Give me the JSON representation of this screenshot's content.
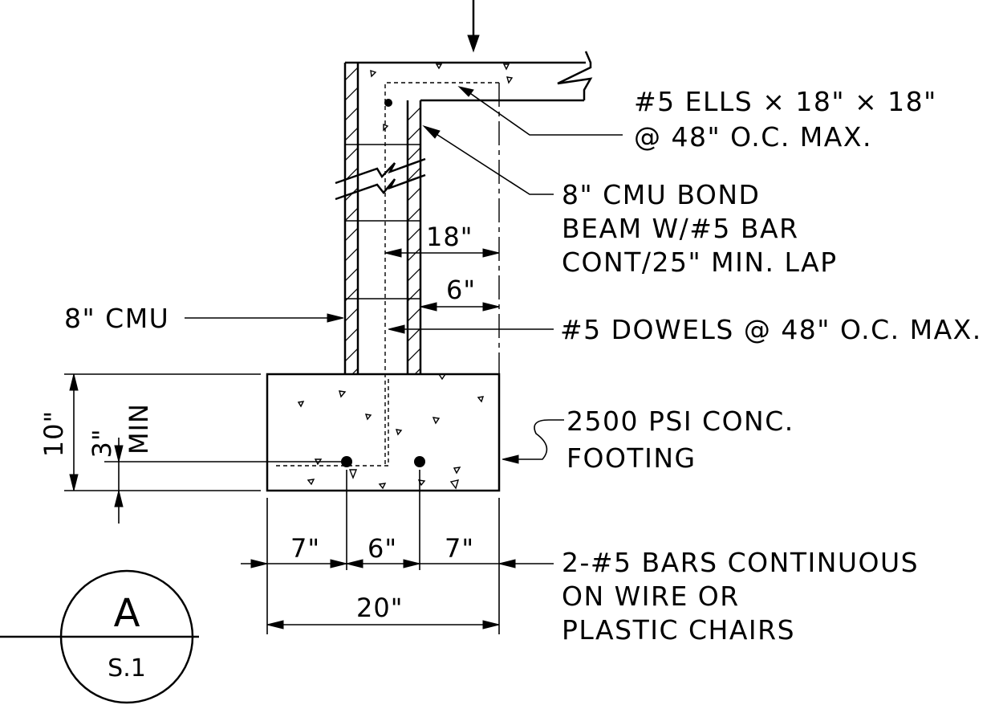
{
  "labels": {
    "ells_line1": "#5 ELLS × 18\" × 18\"",
    "ells_line2": "@ 48\" O.C. MAX.",
    "bond_line1": "8\" CMU BOND",
    "bond_line2": "BEAM W/#5 BAR",
    "bond_line3": "CONT/25\" MIN. LAP",
    "cmu": "8\" CMU",
    "dowels": "#5 DOWELS @ 48\" O.C. MAX.",
    "footing_line1": "2500 PSI CONC.",
    "footing_line2": "FOOTING",
    "bars_line1": "2-#5 BARS CONTINUOUS",
    "bars_line2": "ON WIRE OR",
    "bars_line3": "PLASTIC CHAIRS"
  },
  "dimensions": {
    "lap": "18\"",
    "dowel_ext": "6\"",
    "footing_depth": "10\"",
    "cover": "3\"",
    "cover_min": "MIN",
    "left_edge": "7\"",
    "bar_spacing": "6\"",
    "right_edge": "7\"",
    "footing_width": "20\""
  },
  "section_marker": {
    "letter": "A",
    "sheet": "S.1"
  }
}
